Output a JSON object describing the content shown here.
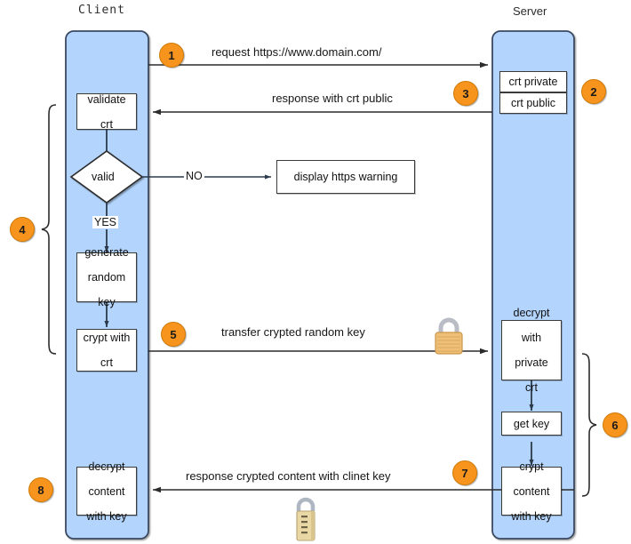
{
  "diagram": {
    "title_client": "Client",
    "title_server": "Server",
    "colors": {
      "lane_fill": "#b3d4fc",
      "lane_stroke": "#3b4a60",
      "step_badge": "#f7941e",
      "node_stroke": "#3b3b3b",
      "arrow": "#2b2b2b",
      "background": "#ffffff",
      "lock_body": "#e9b66a",
      "lock_shackle": "#b9bcc4"
    }
  },
  "client_nodes": [
    {
      "id": "validate-crt",
      "lines": [
        "validate",
        "crt"
      ]
    },
    {
      "id": "valid-decision",
      "lines": [
        "valid"
      ]
    },
    {
      "id": "generate-random-key",
      "lines": [
        "generate",
        "random",
        "key"
      ]
    },
    {
      "id": "crypt-with-crt",
      "lines": [
        "crypt with",
        "crt"
      ]
    },
    {
      "id": "decrypt-content-with-key",
      "lines": [
        "decrypt",
        "content",
        "with key"
      ]
    }
  ],
  "server_nodes": [
    {
      "id": "crt-private",
      "lines": [
        "crt private"
      ]
    },
    {
      "id": "crt-public",
      "lines": [
        "crt public"
      ]
    },
    {
      "id": "decrypt-with-private-crt",
      "lines": [
        "decrypt",
        "with",
        "private",
        "crt"
      ]
    },
    {
      "id": "get-key",
      "lines": [
        "get key"
      ]
    },
    {
      "id": "crypt-content-with-key",
      "lines": [
        "crypt",
        "content",
        "with key"
      ]
    }
  ],
  "external_nodes": [
    {
      "id": "display-https-warning",
      "lines": [
        "display https warning"
      ]
    }
  ],
  "decision": {
    "label": "valid",
    "yes_label": "YES",
    "no_label": "NO"
  },
  "messages": [
    {
      "id": "request",
      "text": "request https://www.domain.com/",
      "direction": "client-to-server"
    },
    {
      "id": "response-crt-public",
      "text": "response with crt public",
      "direction": "server-to-client"
    },
    {
      "id": "transfer-crypted-random-key",
      "text": "transfer crypted random key",
      "direction": "client-to-server"
    },
    {
      "id": "response-crypted-content",
      "text": "response crypted content with clinet key",
      "direction": "server-to-client"
    }
  ],
  "steps": [
    {
      "n": "1"
    },
    {
      "n": "2"
    },
    {
      "n": "3"
    },
    {
      "n": "4"
    },
    {
      "n": "5"
    },
    {
      "n": "6"
    },
    {
      "n": "7"
    },
    {
      "n": "8"
    }
  ],
  "locks": [
    {
      "id": "padlock-closed",
      "meaning": "crypted-transfer"
    },
    {
      "id": "padlock-combination",
      "meaning": "crypted-response"
    }
  ]
}
